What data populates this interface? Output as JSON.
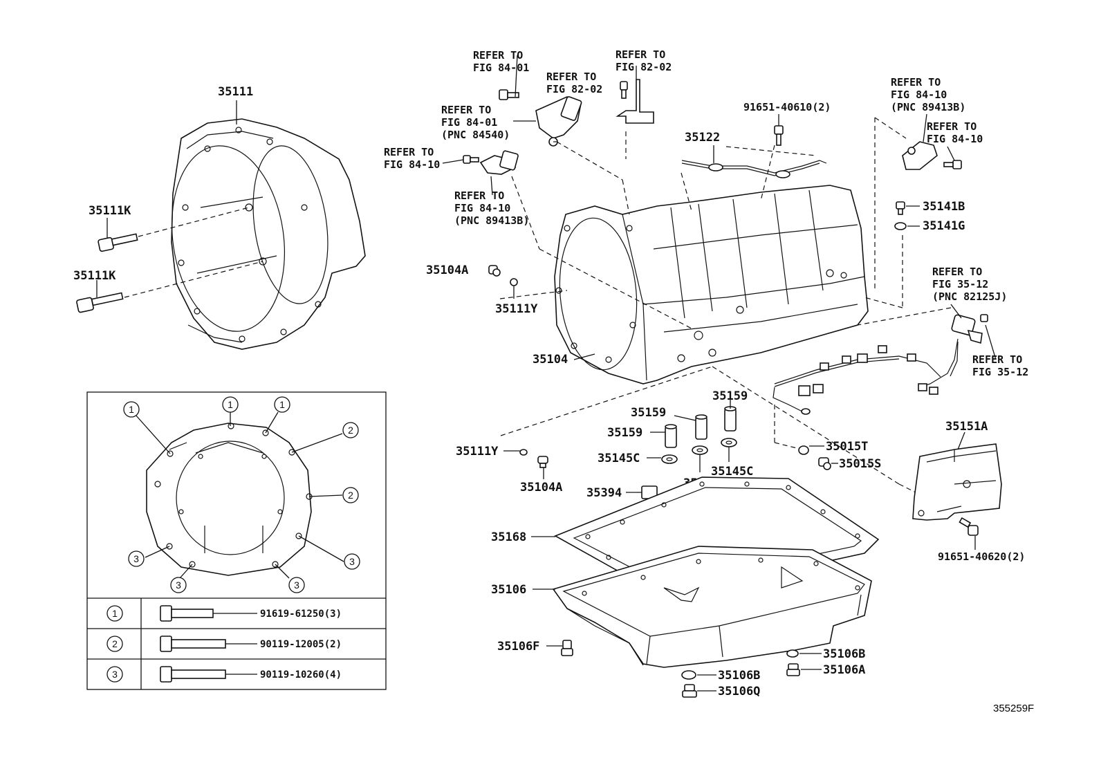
{
  "parts": {
    "p35111": "35111",
    "p35111k_a": "35111K",
    "p35111k_b": "35111K",
    "p35104a_a": "35104A",
    "p35111y_a": "35111Y",
    "p35104": "35104",
    "p35122": "35122",
    "p91651_40610": "91651-40610(2)",
    "p35141b": "35141B",
    "p35141g": "35141G",
    "p35159_a": "35159",
    "p35159_b": "35159",
    "p35159_c": "35159",
    "p35145c_a": "35145C",
    "p35145c_b": "35145C",
    "p35145c_c": "35145C",
    "p35111y_b": "35111Y",
    "p35104a_b": "35104A",
    "p35394": "35394",
    "p35015t": "35015T",
    "p35015s": "35015S",
    "p35151a": "35151A",
    "p91651_40620": "91651-40620(2)",
    "p35168": "35168",
    "p35106": "35106",
    "p35106f": "35106F",
    "p35106b_a": "35106B",
    "p35106a": "35106A",
    "p35106b_b": "35106B",
    "p35106q": "35106Q"
  },
  "refs": {
    "r1": [
      "REFER TO",
      "FIG 84-01"
    ],
    "r2": [
      "REFER TO",
      "FIG 82-02"
    ],
    "r3": [
      "REFER TO",
      "FIG 82-02"
    ],
    "r4": [
      "REFER TO",
      "FIG 84-01",
      "(PNC 84540)"
    ],
    "r5": [
      "REFER TO",
      "FIG 84-10"
    ],
    "r6": [
      "REFER TO",
      "FIG 84-10",
      "(PNC 89413B)"
    ],
    "r7": [
      "REFER TO",
      "FIG 84-10",
      "(PNC 89413B)"
    ],
    "r8": [
      "REFER TO",
      "FIG 84-10"
    ],
    "r9": [
      "REFER TO",
      "FIG 35-12",
      "(PNC 82125J)"
    ],
    "r10": [
      "REFER TO",
      "FIG 35-12"
    ]
  },
  "inset": {
    "rows": [
      {
        "num": "1",
        "part": "91619-61250(3)"
      },
      {
        "num": "2",
        "part": "90119-12005(2)"
      },
      {
        "num": "3",
        "part": "90119-10260(4)"
      }
    ],
    "callouts": [
      "1",
      "1",
      "1",
      "1",
      "2",
      "2",
      "3",
      "3",
      "3",
      "3"
    ]
  },
  "figure_id": "355259F"
}
